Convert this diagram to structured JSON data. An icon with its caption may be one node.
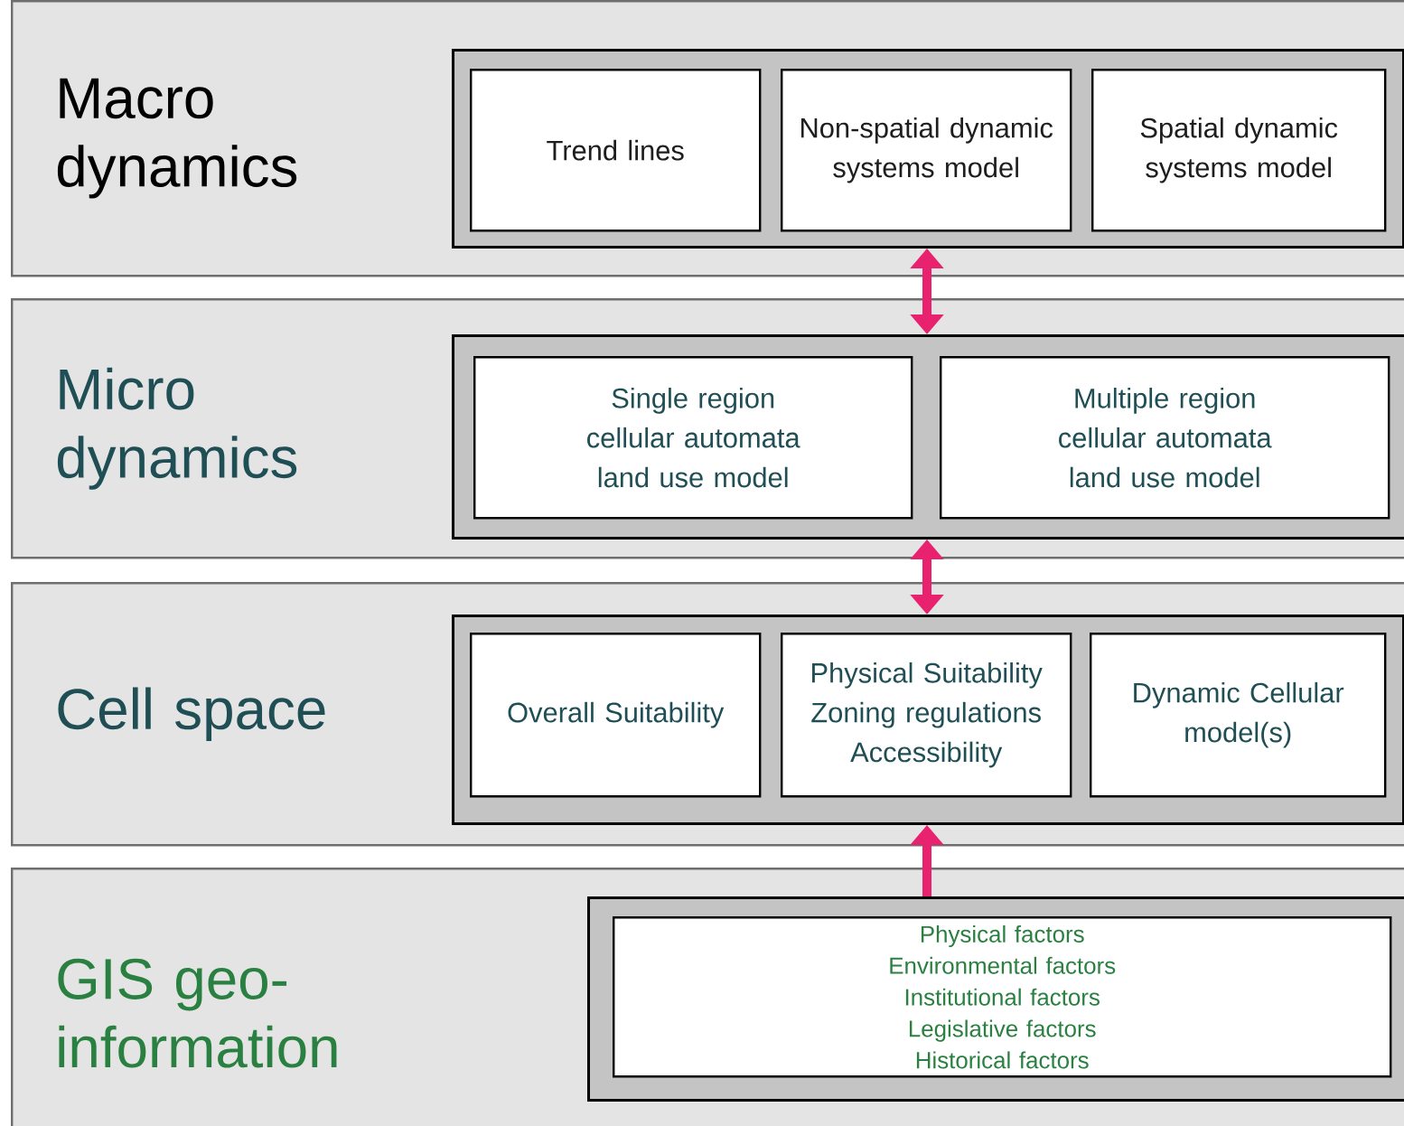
{
  "diagram": {
    "nodes": [
      {
        "text": [
          "Macro dynamics"
        ]
      },
      {
        "text": [],
        "shape": "box",
        "in": 0
      },
      {
        "text": [
          "Trend lines"
        ],
        "in": 1
      },
      {
        "text": [
          "Non-spatial dynamic systems model"
        ],
        "in": 1
      },
      {
        "text": [
          "Spatial dynamic systems model"
        ],
        "in": 1
      },
      {
        "text": [
          "Micro dynamics"
        ]
      },
      {
        "text": [],
        "shape": "box",
        "in": 5
      },
      {
        "text": [
          "Single region cellular automata land use model"
        ],
        "in": 6
      },
      {
        "text": [
          "Multiple region cellular automata land use model"
        ],
        "in": 6
      },
      {
        "text": [
          "Cell space"
        ]
      },
      {
        "text": [],
        "shape": "box",
        "in": 9
      },
      {
        "text": [
          "Overall Suitability"
        ],
        "in": 10
      },
      {
        "text": [
          "Physical Suitability",
          "Zoning regulations",
          "Accessibility"
        ],
        "in": 10
      },
      {
        "text": [
          "Dynamic Cellular model(s)"
        ],
        "in": 10
      },
      {
        "text": [
          "GIS geo-information"
        ]
      },
      {
        "text": [],
        "shape": "box",
        "in": 14
      },
      {
        "text": [
          "Physical factors",
          "Environmental factors",
          "Institutional factors",
          "Legislative factors",
          "Historical factors"
        ],
        "in": 15
      }
    ],
    "edges": [
      {
        "from": 1,
        "to": 6,
        "arrow": "both"
      },
      {
        "from": 6,
        "to": 10,
        "arrow": "both"
      },
      {
        "from": 15,
        "to": 10,
        "arrow": "to"
      }
    ]
  }
}
